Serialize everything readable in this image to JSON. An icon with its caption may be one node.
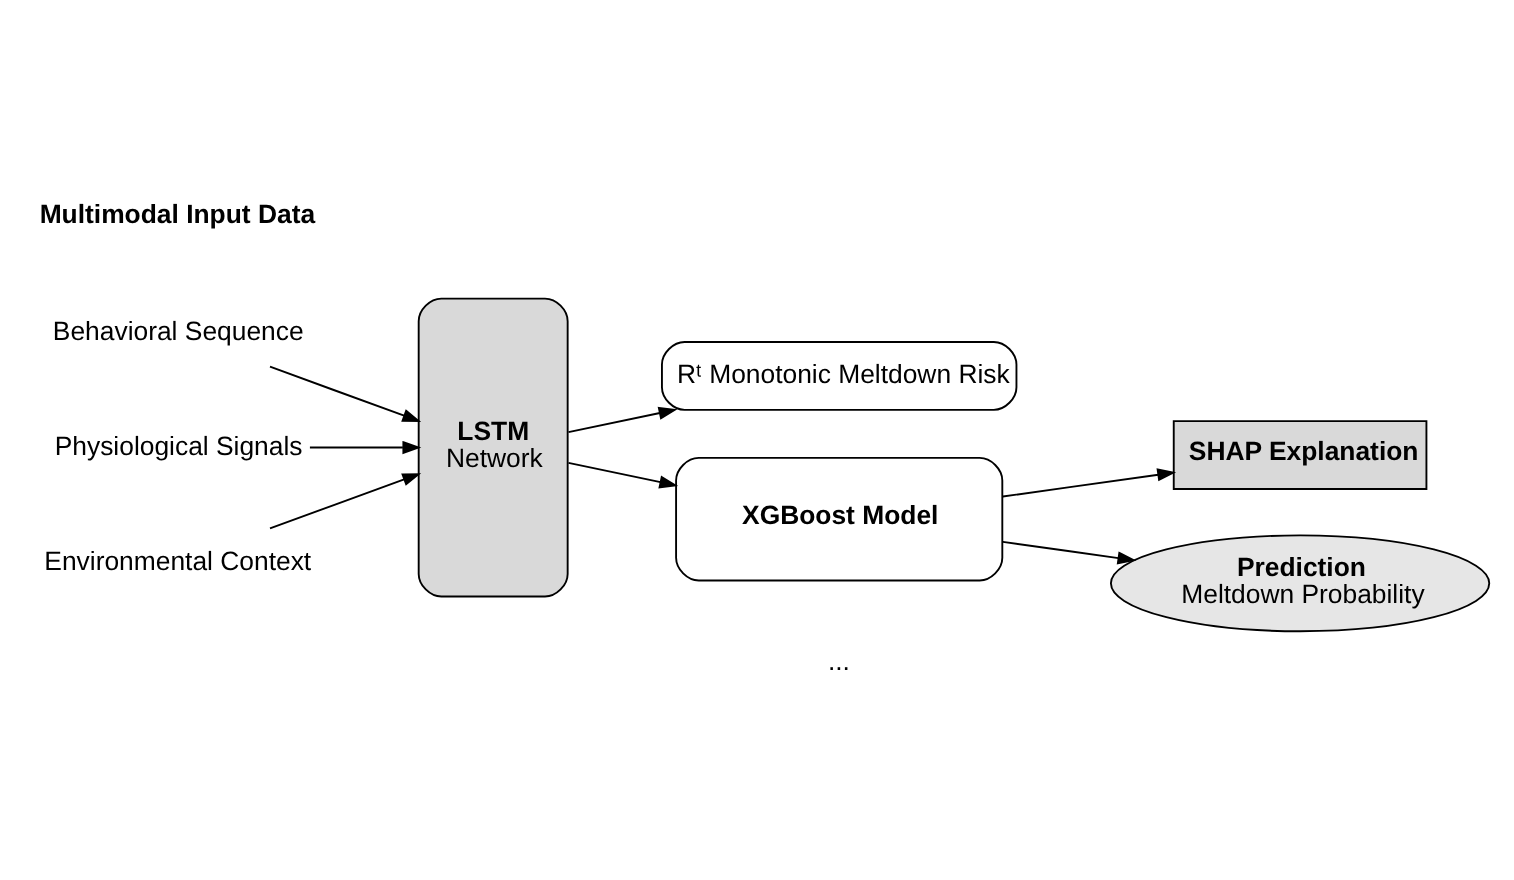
{
  "diagram": {
    "nodes": [
      {
        "text": [
          "Behavioral Sequence"
        ]
      },
      {
        "text": [
          "Physiological Signals"
        ]
      },
      {
        "text": [
          "Environmental Context"
        ]
      },
      {
        "text": [
          "LSTM",
          "Network"
        ]
      },
      {
        "text": [
          "Rᵗ Monotonic Meltdown Risk"
        ]
      },
      {
        "text": [
          "XGBoost Model"
        ]
      },
      {
        "text": [
          "SHAP Explanation"
        ]
      },
      {
        "text": [
          "Prediction",
          "Meltdown Probability"
        ]
      }
    ],
    "edges": [
      {
        "from": 0,
        "to": 3,
        "arrow": "to"
      },
      {
        "from": 1,
        "to": 3,
        "arrow": "to"
      },
      {
        "from": 2,
        "to": 3,
        "arrow": "to"
      },
      {
        "from": 3,
        "to": 4,
        "arrow": "to"
      },
      {
        "from": 3,
        "to": 5,
        "arrow": "to"
      },
      {
        "from": 5,
        "to": 6,
        "arrow": "to"
      },
      {
        "from": 5,
        "to": 7,
        "arrow": "to"
      }
    ],
    "labels": [
      "Multimodal Input Data",
      "..."
    ]
  }
}
